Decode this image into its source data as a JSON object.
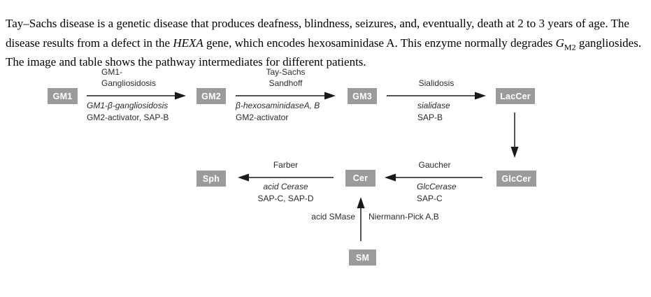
{
  "paragraph": {
    "part1": "Tay–Sachs disease is a genetic disease that produces deafness, blindness, seizures, and, eventually, death at 2 to 3 years of age. The disease results from a defect in the ",
    "gene_name": "HEXA",
    "part2": " gene, which encodes hexosaminidase A. This enzyme normally degrades ",
    "ganglioside_symbol": "G",
    "ganglioside_subscript": "M2",
    "part3": " gangliosides. The image and table shows the pathway intermediates for different patients."
  },
  "diagram": {
    "nodes": {
      "gm1": "GM1",
      "gm2": "GM2",
      "gm3": "GM3",
      "laccer": "LacCer",
      "glccer": "GlcCer",
      "cer": "Cer",
      "sph": "Sph",
      "sm": "SM"
    },
    "reactions": {
      "gm1_to_gm2": {
        "disease_line1": "GM1-",
        "disease_line2": "Gangliosidosis",
        "enzyme": "GM1-β-gangliosidosis",
        "cofactors": "GM2-activator, SAP-B"
      },
      "gm2_to_gm3": {
        "disease_line1": "Tay-Sachs",
        "disease_line2": "Sandhoff",
        "enzyme": "β-hexosaminidaseA, B",
        "cofactors": "GM2-activator"
      },
      "gm3_to_laccer": {
        "disease": "Sialidosis",
        "enzyme": "sialidase",
        "cofactors": "SAP-B"
      },
      "glccer_to_cer": {
        "disease": "Gaucher",
        "enzyme": "GlcCerase",
        "cofactors": "SAP-C"
      },
      "cer_to_sph": {
        "disease": "Farber",
        "enzyme": "acid Cerase",
        "cofactors": "SAP-C, SAP-D"
      },
      "sm_to_cer": {
        "enzyme": "acid SMase",
        "disease": "Niermann-Pick A,B"
      }
    },
    "colors": {
      "node_bg": "#9b9b9b",
      "node_text": "#ffffff",
      "label_text": "#2b2b2b",
      "arrow": "#1a1a1a"
    }
  }
}
